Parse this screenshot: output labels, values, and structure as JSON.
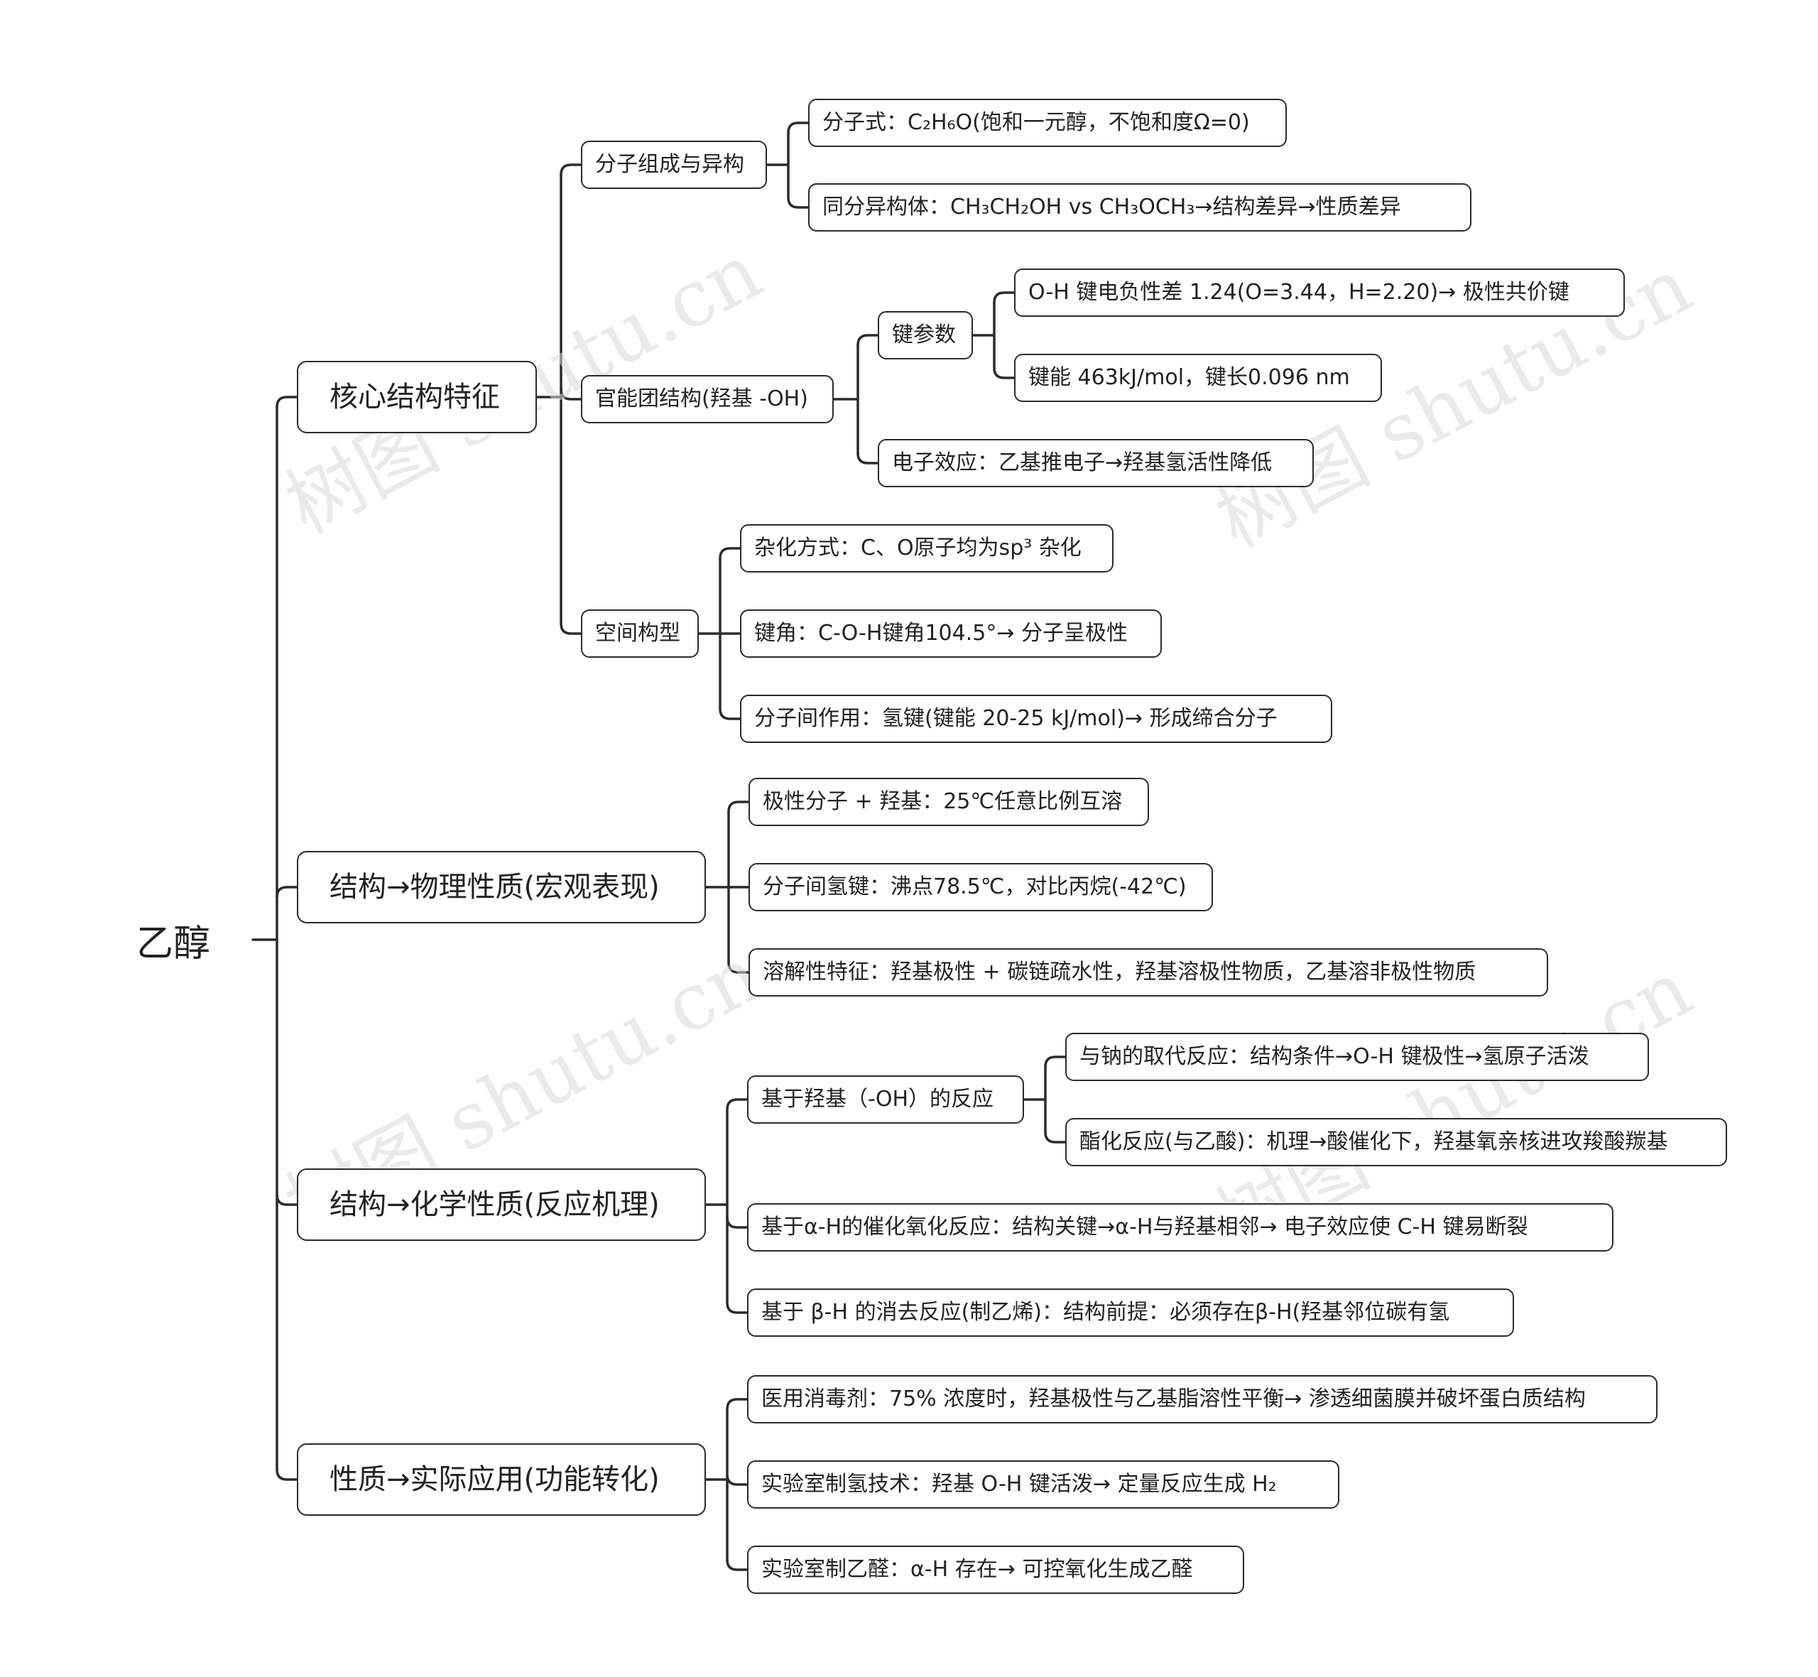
{
  "root": "乙醇",
  "watermark": "树图 shutu.cn",
  "branches": {
    "core": {
      "label": "核心结构特征",
      "composition": {
        "label": "分子组成与异构",
        "formula": "分子式：C₂H₆O(饱和一元醇，不饱和度Ω=0)",
        "isomer": "同分异构体：CH₃CH₂OH vs CH₃OCH₃→结构差异→性质差异"
      },
      "functional": {
        "label": "官能团结构(羟基 -OH)",
        "bond_params": {
          "label": "键参数",
          "electroneg": "O-H 键电负性差 1.24(O=3.44，H=2.20)→ 极性共价键",
          "energy": "键能 463kJ/mol，键长0.096 nm"
        },
        "electronic": "电子效应：乙基推电子→羟基氢活性降低"
      },
      "spatial": {
        "label": "空间构型",
        "hybrid": "杂化方式：C、O原子均为sp³ 杂化",
        "angle": "键角：C-O-H键角104.5°→ 分子呈极性",
        "inter": "分子间作用：氢键(键能 20-25 kJ/mol)→ 形成缔合分子"
      }
    },
    "physical": {
      "label": "结构→物理性质(宏观表现)",
      "polar": "极性分子 + 羟基：25℃任意比例互溶",
      "hbond": "分子间氢键：沸点78.5℃，对比丙烷(-42℃)",
      "solubility": "溶解性特征：羟基极性 + 碳链疏水性，羟基溶极性物质，乙基溶非极性物质"
    },
    "chemical": {
      "label": "结构→化学性质(反应机理)",
      "hydroxyl": {
        "label": "基于羟基（-OH）的反应",
        "sodium": "与钠的取代反应：结构条件→O-H 键极性→氢原子活泼",
        "ester": "酯化反应(与乙酸)：机理→酸催化下，羟基氧亲核进攻羧酸羰基"
      },
      "alpha": "基于α-H的催化氧化反应：结构关键→α-H与羟基相邻→ 电子效应使 C-H 键易断裂",
      "beta": "基于 β-H 的消去反应(制乙烯)：结构前提：必须存在β-H(羟基邻位碳有氢"
    },
    "application": {
      "label": "性质→实际应用(功能转化)",
      "disinfect": "医用消毒剂：75% 浓度时，羟基极性与乙基脂溶性平衡→ 渗透细菌膜并破坏蛋白质结构",
      "hydrogen": "实验室制氢技术：羟基 O-H 键活泼→ 定量反应生成 H₂",
      "aldehyde": "实验室制乙醛：α-H 存在→ 可控氧化生成乙醛"
    }
  }
}
